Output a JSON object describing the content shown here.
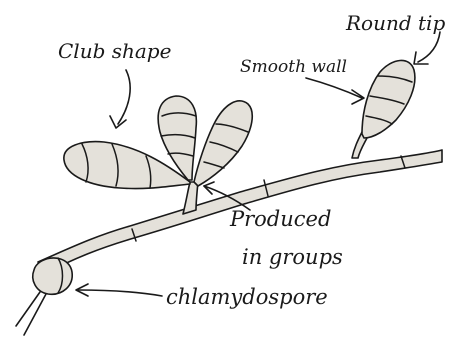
{
  "colors": {
    "ink": "#1a1a1a",
    "fill": "#e4e1da",
    "background": "#ffffff"
  },
  "labels": {
    "club_shape": "Club shape",
    "round_tip": "Round tip",
    "smooth_wall": "Smooth wall",
    "produced_line1": "Produced",
    "produced_line2": "in groups",
    "chlamydospore": "chlamydospore"
  }
}
